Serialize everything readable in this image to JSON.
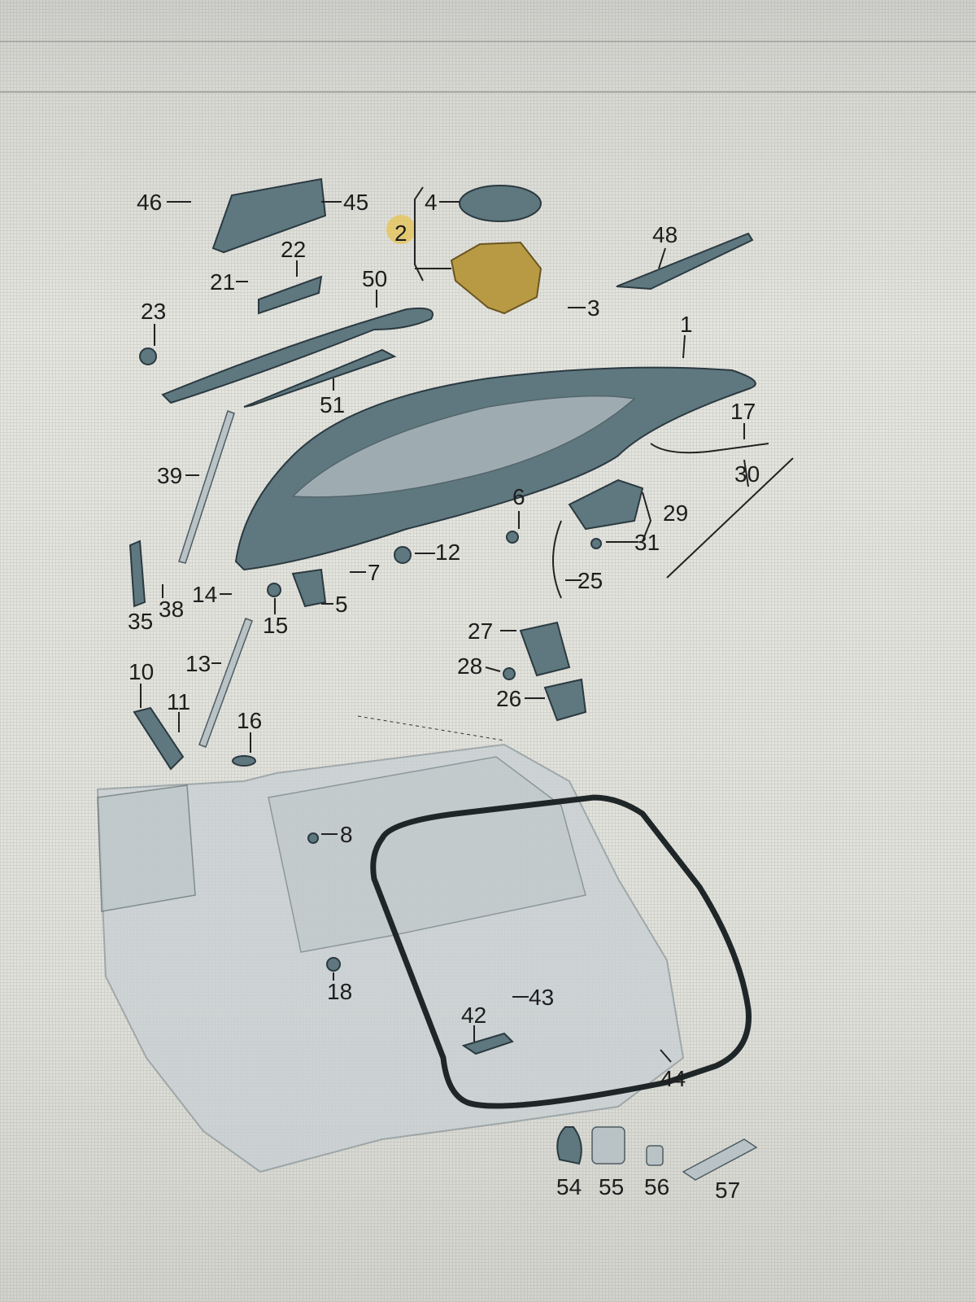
{
  "diagram": {
    "title": "Tailgate parts diagram",
    "highlight_color": "#e8c24a",
    "part_color": "#5f7880",
    "highlighted_part": "2",
    "labels": [
      "46",
      "45",
      "4",
      "2",
      "48",
      "22",
      "21",
      "50",
      "3",
      "23",
      "1",
      "51",
      "17",
      "39",
      "30",
      "6",
      "29",
      "31",
      "12",
      "7",
      "25",
      "14",
      "5",
      "38",
      "35",
      "15",
      "27",
      "13",
      "10",
      "28",
      "11",
      "26",
      "16",
      "8",
      "18",
      "43",
      "42",
      "44",
      "54",
      "55",
      "56",
      "57"
    ]
  }
}
